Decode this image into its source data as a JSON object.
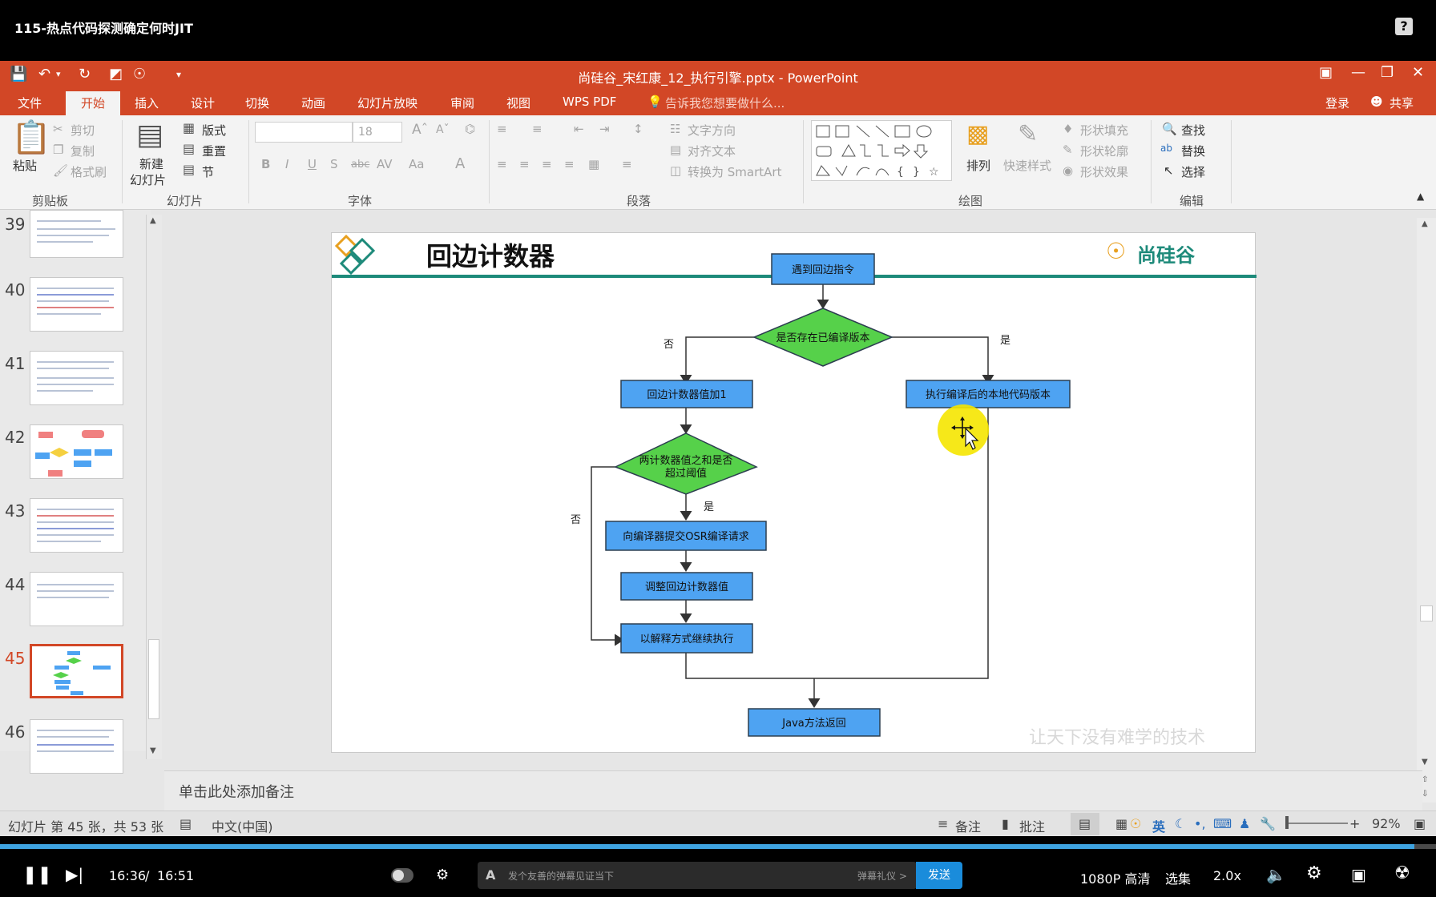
{
  "video": {
    "title": "115-热点代码探测确定何时JIT",
    "help_icon": "?",
    "time_current": "16:36",
    "time_total": "16:51",
    "time_separator": "/",
    "progress_fraction": 0.985,
    "danmaku_placeholder": "发个友善的弹幕见证当下",
    "danmaku_etiquette": "弹幕礼仪 >",
    "send_label": "发送",
    "quality": "1080P 高清",
    "episodes": "选集",
    "speed": "2.0x"
  },
  "ppt": {
    "doc_title": "尚硅谷_宋红康_12_执行引擎.pptx - PowerPoint",
    "menus": [
      "文件",
      "开始",
      "插入",
      "设计",
      "切换",
      "动画",
      "幻灯片放映",
      "审阅",
      "视图",
      "WPS PDF"
    ],
    "tell_me": "告诉我您想要做什么...",
    "login": "登录",
    "share": "共享",
    "ribbon": {
      "clipboard": {
        "paste": "粘贴",
        "cut": "剪切",
        "copy": "复制",
        "format_painter": "格式刷",
        "group": "剪贴板"
      },
      "slides": {
        "new_slide": "新建",
        "new_slide2": "幻灯片",
        "layout": "版式",
        "reset": "重置",
        "section": "节",
        "group": "幻灯片"
      },
      "font": {
        "size": "18",
        "group": "字体"
      },
      "paragraph": {
        "text_direction": "文字方向",
        "align_text": "对齐文本",
        "smartart": "转换为 SmartArt",
        "group": "段落"
      },
      "drawing": {
        "arrange": "排列",
        "quick_styles": "快速样式",
        "shape_fill": "形状填充",
        "shape_outline": "形状轮廓",
        "shape_effects": "形状效果",
        "group": "绘图"
      },
      "editing": {
        "find": "查找",
        "replace": "替换",
        "select": "选择",
        "group": "编辑"
      }
    },
    "thumbnails": [
      {
        "num": "39"
      },
      {
        "num": "40"
      },
      {
        "num": "41"
      },
      {
        "num": "42"
      },
      {
        "num": "43"
      },
      {
        "num": "44"
      },
      {
        "num": "45"
      },
      {
        "num": "46"
      }
    ],
    "notes_placeholder": "单击此处添加备注",
    "status": {
      "slide_info": "幻灯片 第 45 张，共 53 张",
      "language": "中文(中国)",
      "notes": "备注",
      "comments": "批注",
      "ime": "英",
      "zoom": "92%"
    }
  },
  "slide": {
    "title": "回边计数器",
    "logo": "尚硅谷",
    "watermark": "让天下没有难学的技术",
    "flow": {
      "start": "遇到回边指令",
      "decision1": "是否存在已编译版本",
      "yes": "是",
      "no": "否",
      "counter_inc": "回边计数器值加1",
      "exec_native": "执行编译后的本地代码版本",
      "decision2_line1": "两计数器值之和是否",
      "decision2_line2": "超过阈值",
      "submit_osr": "向编译器提交OSR编译请求",
      "adjust": "调整回边计数器值",
      "interpret": "以解释方式继续执行",
      "return": "Java方法返回"
    }
  },
  "colors": {
    "ppt_accent": "#d24726",
    "box_fill": "#4ea3f2",
    "diamond_fill": "#56d14a",
    "teal": "#1d8a7a",
    "cursor_highlight": "#f5e600"
  }
}
